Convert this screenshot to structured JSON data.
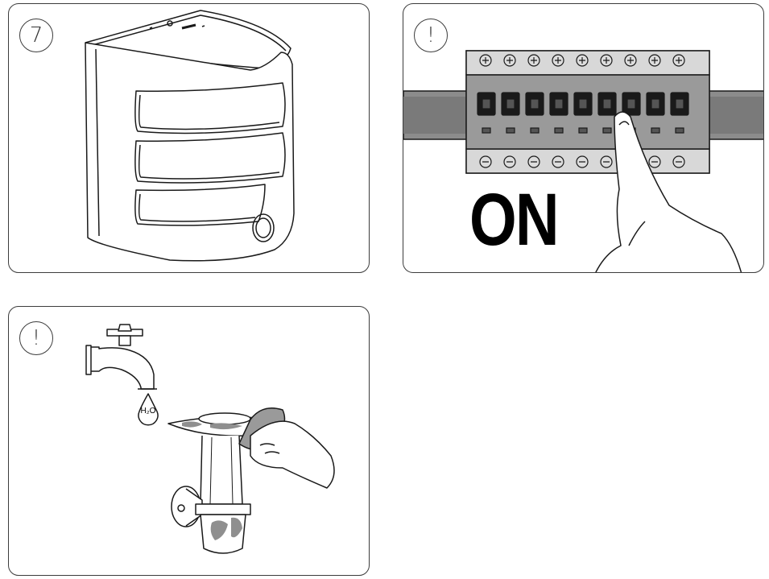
{
  "panels": [
    {
      "id": "step-7",
      "badge": "7",
      "illustration": "dehumidifier-unit"
    },
    {
      "id": "warning-power",
      "badge": "!",
      "illustration": "circuit-breaker-switch-on",
      "caption": "ON"
    },
    {
      "id": "warning-clean",
      "badge": "!",
      "illustration": "water-tap-and-wiping-filter",
      "water_label": "H₂O"
    }
  ],
  "colors": {
    "stroke": "#1a1a1a",
    "rail": "#8c8c8c",
    "breaker_body": "#9a9a9a",
    "stain": "#8f8f8f"
  }
}
